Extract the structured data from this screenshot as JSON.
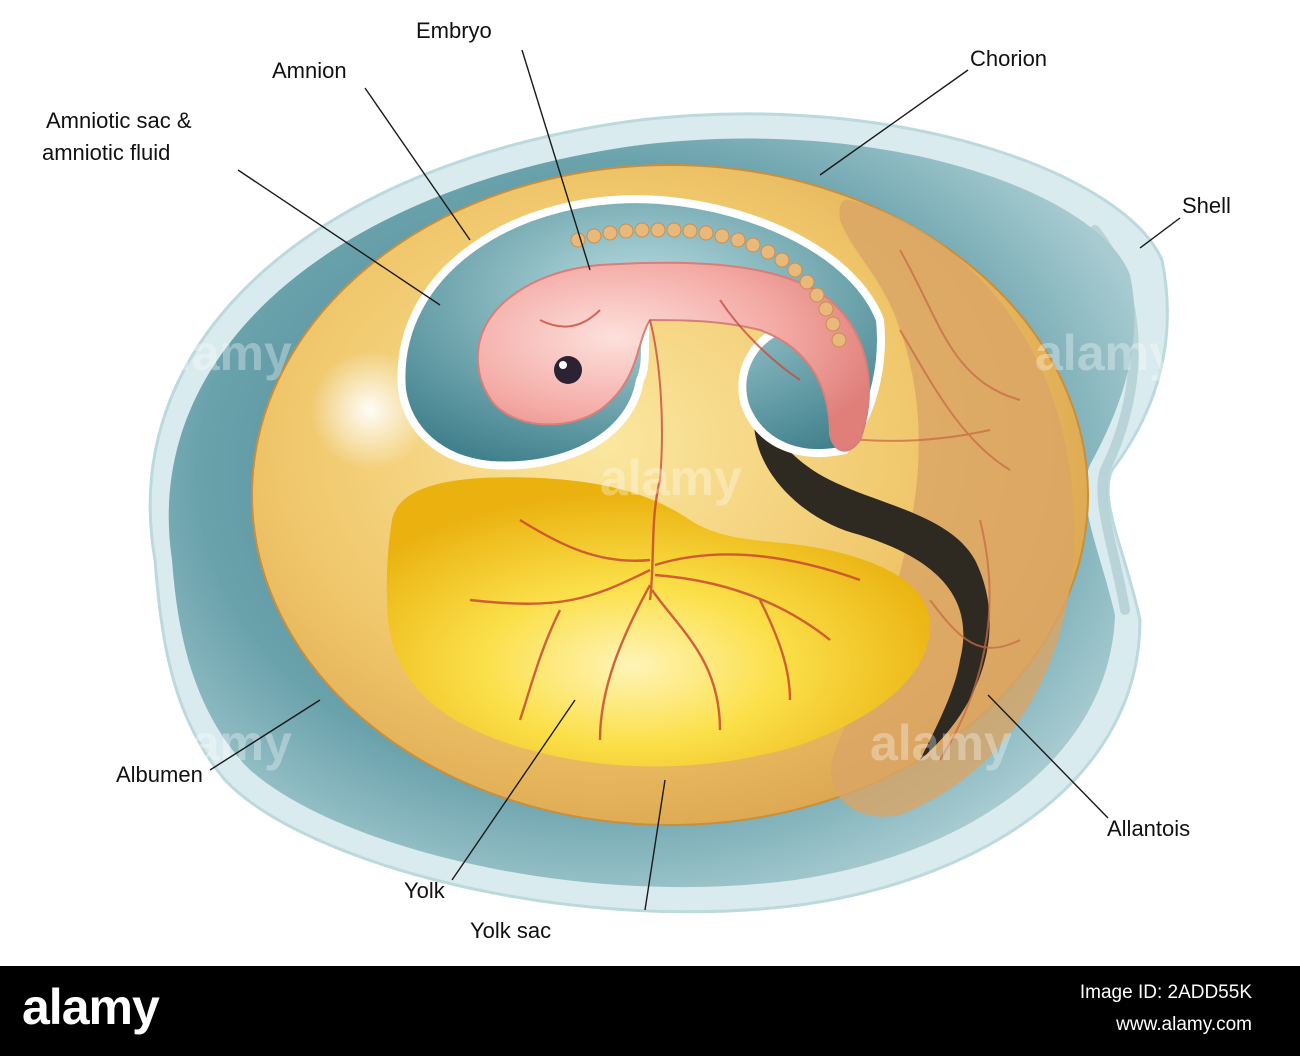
{
  "labels": {
    "embryo": "Embryo",
    "amnion": "Amnion",
    "chorion": "Chorion",
    "amniotic_sac_1": "Amniotic sac &",
    "amniotic_sac_2": "amniotic fluid",
    "shell": "Shell",
    "albumen": "Albumen",
    "allantois": "Allantois",
    "yolk": "Yolk",
    "yolk_sac": "Yolk sac"
  },
  "watermark": "alamy",
  "footer": {
    "logo": "alamy",
    "image_id": "Image ID: 2ADD55K",
    "url": "www.alamy.com"
  },
  "colors": {
    "shell_rim": "#cde3e6",
    "albumen": "#5e98a3",
    "chorion": "#eab95f",
    "yolk": "#f7d51e",
    "embryo": "#f3a9a4",
    "amniotic_fluid": "#4e8a96",
    "allantois": "#d49a5c",
    "vessel": "#cf4432"
  }
}
